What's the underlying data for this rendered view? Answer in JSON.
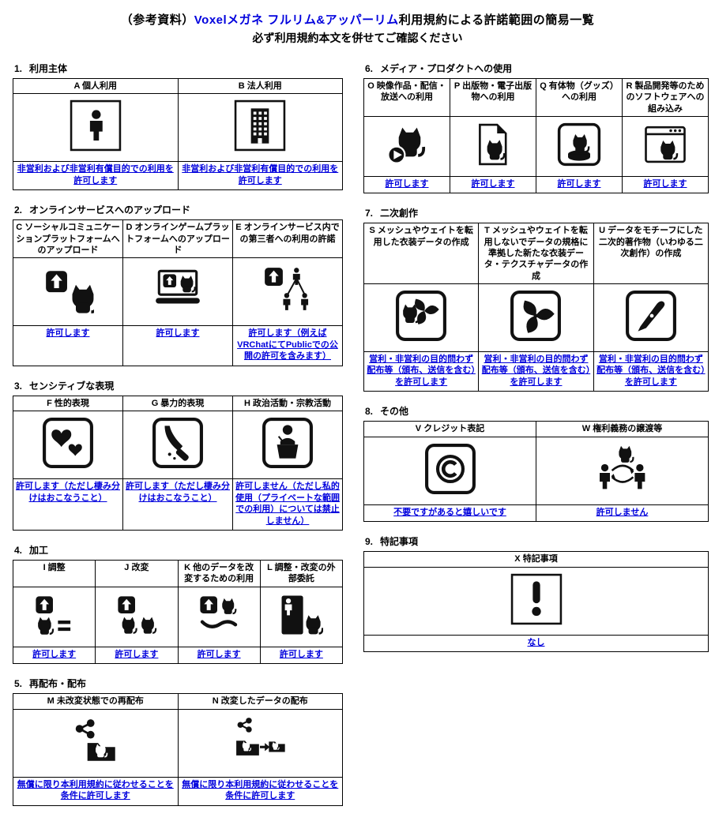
{
  "title": {
    "prefix": "（参考資料）",
    "brand": "Voxelメガネ フルリム&アッパーリム",
    "suffix": "利用規約による許諾範囲の簡易一覧",
    "line2": "必ず利用規約本文を併せてご確認ください"
  },
  "colors": {
    "accent": "#0000dd",
    "border": "#000000",
    "icon": "#111111"
  },
  "sections": [
    {
      "number": "1.",
      "heading": "利用主体",
      "column": "left",
      "items": [
        {
          "code": "A",
          "header": "A 個人利用",
          "icon": "person-icon",
          "permission": "非営利および非営利有償目的での利用を許可します"
        },
        {
          "code": "B",
          "header": "B 法人利用",
          "icon": "building-icon",
          "permission": "非営利および非営利有償目的での利用を許可します"
        }
      ]
    },
    {
      "number": "2.",
      "heading": "オンラインサービスへのアップロード",
      "column": "left",
      "items": [
        {
          "code": "C",
          "header": "C ソーシャルコミュニケーションプラットフォームへのアップロード",
          "icon": "upload-cat-icon",
          "permission": "許可します"
        },
        {
          "code": "D",
          "header": "D オンラインゲームプラットフォームへのアップロード",
          "icon": "laptop-upload-icon",
          "permission": "許可します"
        },
        {
          "code": "E",
          "header": "E オンラインサービス内での第三者への利用の許諾",
          "icon": "upload-network-icon",
          "permission": "許可します（例えばVRChatにてPublicでの公開の許可を含みます）"
        }
      ]
    },
    {
      "number": "3.",
      "heading": "センシティブな表現",
      "column": "left",
      "items": [
        {
          "code": "F",
          "header": "F 性的表現",
          "icon": "hearts-icon",
          "permission": "許可します（ただし棲み分けはおこなうこと）"
        },
        {
          "code": "G",
          "header": "G 暴力的表現",
          "icon": "knife-icon",
          "permission": "許可します（ただし棲み分けはおこなうこと）"
        },
        {
          "code": "H",
          "header": "H 政治活動・宗教活動",
          "icon": "podium-icon",
          "permission": "許可しません（ただし私的使用（プライベートな範囲での利用）については禁止しません）"
        }
      ]
    },
    {
      "number": "4.",
      "heading": "加工",
      "column": "left",
      "items": [
        {
          "code": "I",
          "header": "I 調整",
          "icon": "adjust-cat-icon",
          "permission": "許可します"
        },
        {
          "code": "J",
          "header": "J 改変",
          "icon": "modify-cats-icon",
          "permission": "許可します"
        },
        {
          "code": "K",
          "header": "K 他のデータを改変するための利用",
          "icon": "modify-other-data-icon",
          "permission": "許可します"
        },
        {
          "code": "L",
          "header": "L 調整・改変の外部委託",
          "icon": "outsource-icon",
          "permission": "許可します"
        }
      ]
    },
    {
      "number": "5.",
      "heading": "再配布・配布",
      "column": "left",
      "items": [
        {
          "code": "M",
          "header": "M 未改変状態での再配布",
          "icon": "share-folder-icon",
          "permission": "無償に限り本利用規約に従わせることを条件に許可します"
        },
        {
          "code": "N",
          "header": "N 改変したデータの配布",
          "icon": "share-modified-icon",
          "permission": "無償に限り本利用規約に従わせることを条件に許可します"
        }
      ]
    },
    {
      "number": "6.",
      "heading": "メディア・プロダクトへの使用",
      "column": "right",
      "items": [
        {
          "code": "O",
          "header": "O 映像作品・配信・放送への利用",
          "icon": "video-cat-icon",
          "permission": "許可します"
        },
        {
          "code": "P",
          "header": "P 出版物・電子出版物への利用",
          "icon": "document-cat-icon",
          "permission": "許可します"
        },
        {
          "code": "Q",
          "header": "Q 有体物（グッズ）への利用",
          "icon": "figurine-cat-icon",
          "permission": "許可します"
        },
        {
          "code": "R",
          "header": "R 製品開発等のためのソフトウェアへの組み込み",
          "icon": "software-window-cat-icon",
          "permission": "許可します"
        }
      ]
    },
    {
      "number": "7.",
      "heading": "二次創作",
      "column": "right",
      "items": [
        {
          "code": "S",
          "header": "S メッシュやウェイトを転用した衣装データの作成",
          "icon": "cat-costume-icon",
          "permission": "営利・非営利の目的問わず配布等（頒布、送信を含む）を許可します"
        },
        {
          "code": "T",
          "header": "T メッシュやウェイトを転用しないでデータの規格に準拠した新たな衣装データ・テクスチャデータの作成",
          "icon": "costume-fabric-icon",
          "permission": "営利・非営利の目的問わず配布等（頒布、送信を含む）を許可します"
        },
        {
          "code": "U",
          "header": "U データをモチーフにした二次的著作物（いわゆる二次創作）の作成",
          "icon": "pen-nib-icon",
          "permission": "営利・非営利の目的問わず配布等（頒布、送信を含む）を許可します"
        }
      ]
    },
    {
      "number": "8.",
      "heading": "その他",
      "column": "right",
      "items": [
        {
          "code": "V",
          "header": "V クレジット表記",
          "icon": "copyright-icon",
          "permission": "不要ですがあると嬉しいです"
        },
        {
          "code": "W",
          "header": "W 権利義務の譲渡等",
          "icon": "rights-transfer-icon",
          "permission": "許可しません"
        }
      ]
    },
    {
      "number": "9.",
      "heading": "特記事項",
      "column": "right",
      "items": [
        {
          "code": "X",
          "header": "X 特記事項",
          "icon": "exclamation-icon",
          "permission": "なし"
        }
      ]
    }
  ]
}
